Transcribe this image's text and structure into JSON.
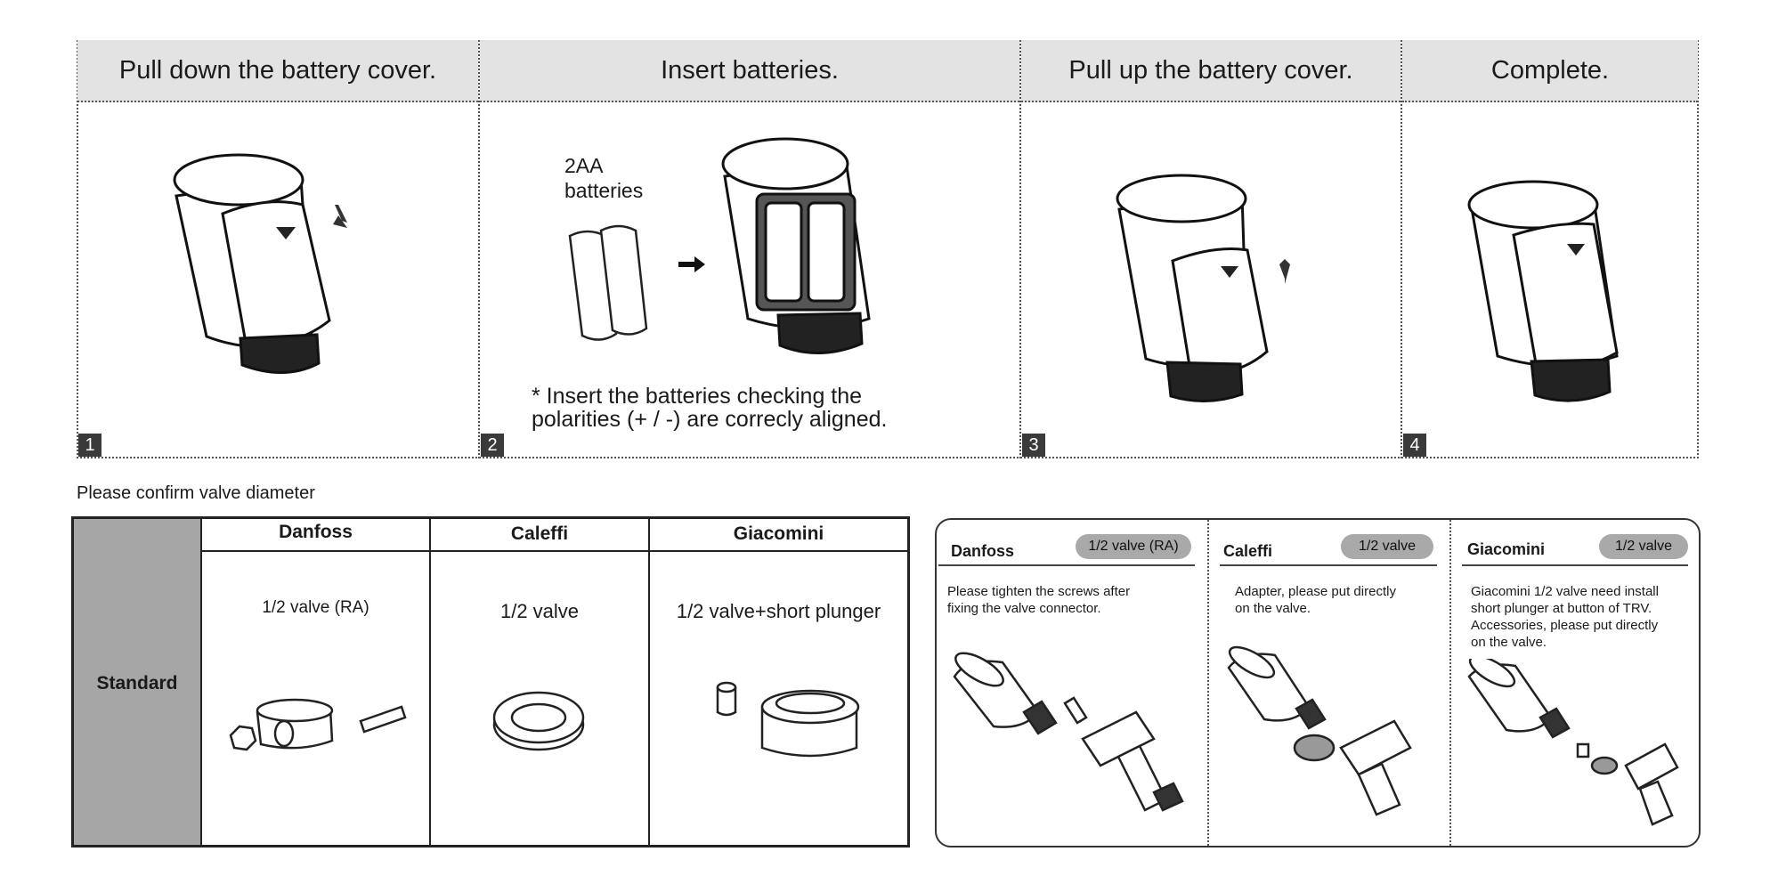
{
  "steps": [
    {
      "number": "1",
      "title": "Pull down the battery cover."
    },
    {
      "number": "2",
      "title": "Insert batteries."
    },
    {
      "number": "3",
      "title": "Pull up the battery cover."
    },
    {
      "number": "4",
      "title": "Complete."
    }
  ],
  "battery_label_line1": "2AA",
  "battery_label_line2": "batteries",
  "battery_note_line1": "* Insert the batteries checking the",
  "battery_note_line2": "polarities (+ / -) are correcly aligned.",
  "confirm_text": "Please confirm valve diameter",
  "table": {
    "row_header": "Standard",
    "columns": [
      {
        "brand": "Danfoss",
        "valve": "1/2 valve  (RA)"
      },
      {
        "brand": "Caleffi",
        "valve": "1/2 valve"
      },
      {
        "brand": "Giacomini",
        "valve": "1/2 valve+short plunger"
      }
    ]
  },
  "install": [
    {
      "brand": "Danfoss",
      "badge": "1/2 valve (RA)",
      "lines": [
        "Please tighten the screws after",
        "fixing the valve connector."
      ]
    },
    {
      "brand": "Caleffi",
      "badge": "1/2 valve",
      "lines": [
        "Adapter, please put directly",
        "on the valve."
      ]
    },
    {
      "brand": "Giacomini",
      "badge": "1/2 valve",
      "lines": [
        "Giacomini 1/2 valve need install",
        "short plunger at button of TRV.",
        "Accessories, please put directly",
        "on the valve."
      ]
    }
  ]
}
